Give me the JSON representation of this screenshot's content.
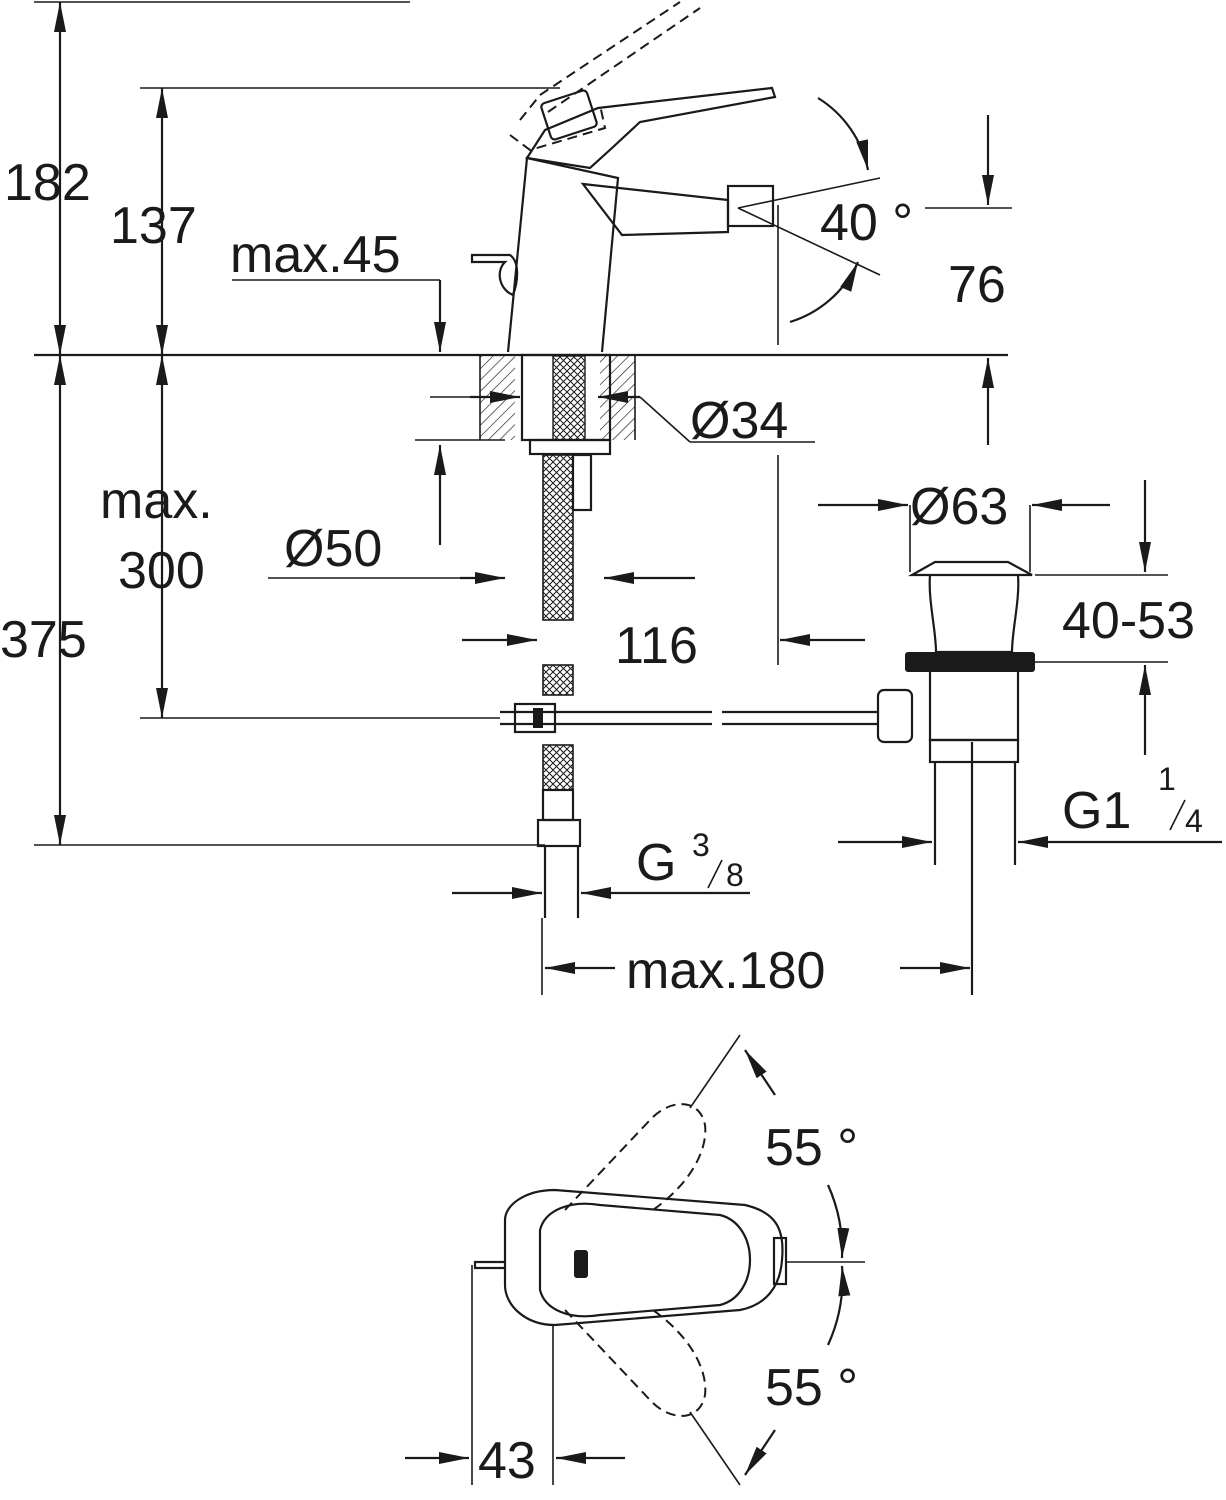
{
  "dimensions": {
    "total_height": "182",
    "spout_height": "137",
    "max_deck_thickness": "max.45",
    "spout_swivel_angle": "40 °",
    "spout_reach_height": "76",
    "hole_diameter": "Ø34",
    "max_label_1": "max.",
    "max_label_2": "300",
    "hose_length": "375",
    "body_diameter": "Ø50",
    "spout_projection": "116",
    "waste_diameter": "Ø63",
    "waste_range": "40-53",
    "waste_thread_prefix": "G1",
    "waste_thread_num": "1",
    "waste_thread_den": "4",
    "supply_thread_prefix": "G",
    "supply_thread_num": "3",
    "supply_thread_den": "8",
    "max_rod_distance": "max.180",
    "lever_angle_up": "55 °",
    "lever_angle_down": "55 °",
    "lever_offset": "43"
  }
}
